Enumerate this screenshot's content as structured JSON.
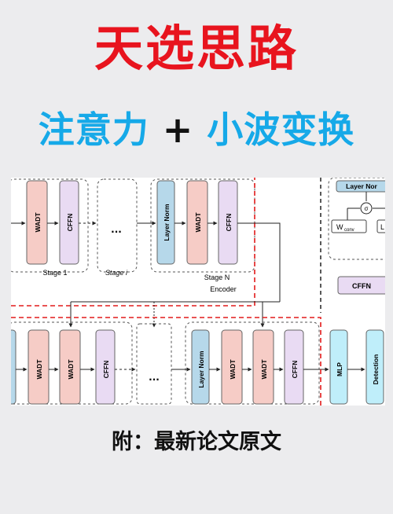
{
  "title": "天选思路",
  "subtitle": {
    "left": "注意力",
    "plus": "+",
    "right": "小波变换"
  },
  "footer": "附：最新论文原文",
  "diagram": {
    "blocks": {
      "wadt": "WADT",
      "cffn": "CFFN",
      "layer_norm": "Layer Norm",
      "ellipsis": "...",
      "mlp": "MLP",
      "detection": "Detection",
      "sigma": "σ",
      "wconv": "W",
      "wconv_sub": "conv",
      "cut_l": "L",
      "cut_layer_norm": "Layer Nor"
    },
    "labels": {
      "stage1": "Stage 1",
      "stagei": "Stage i",
      "stageN": "Stage N",
      "encoder": "Encoder"
    },
    "colors": {
      "wadt": "#f6ccc6",
      "cffn": "#e9dbf3",
      "layer_norm": "#b6d8ea",
      "mlp": "#bfeefa",
      "red_dash": "#e21a1a"
    }
  }
}
